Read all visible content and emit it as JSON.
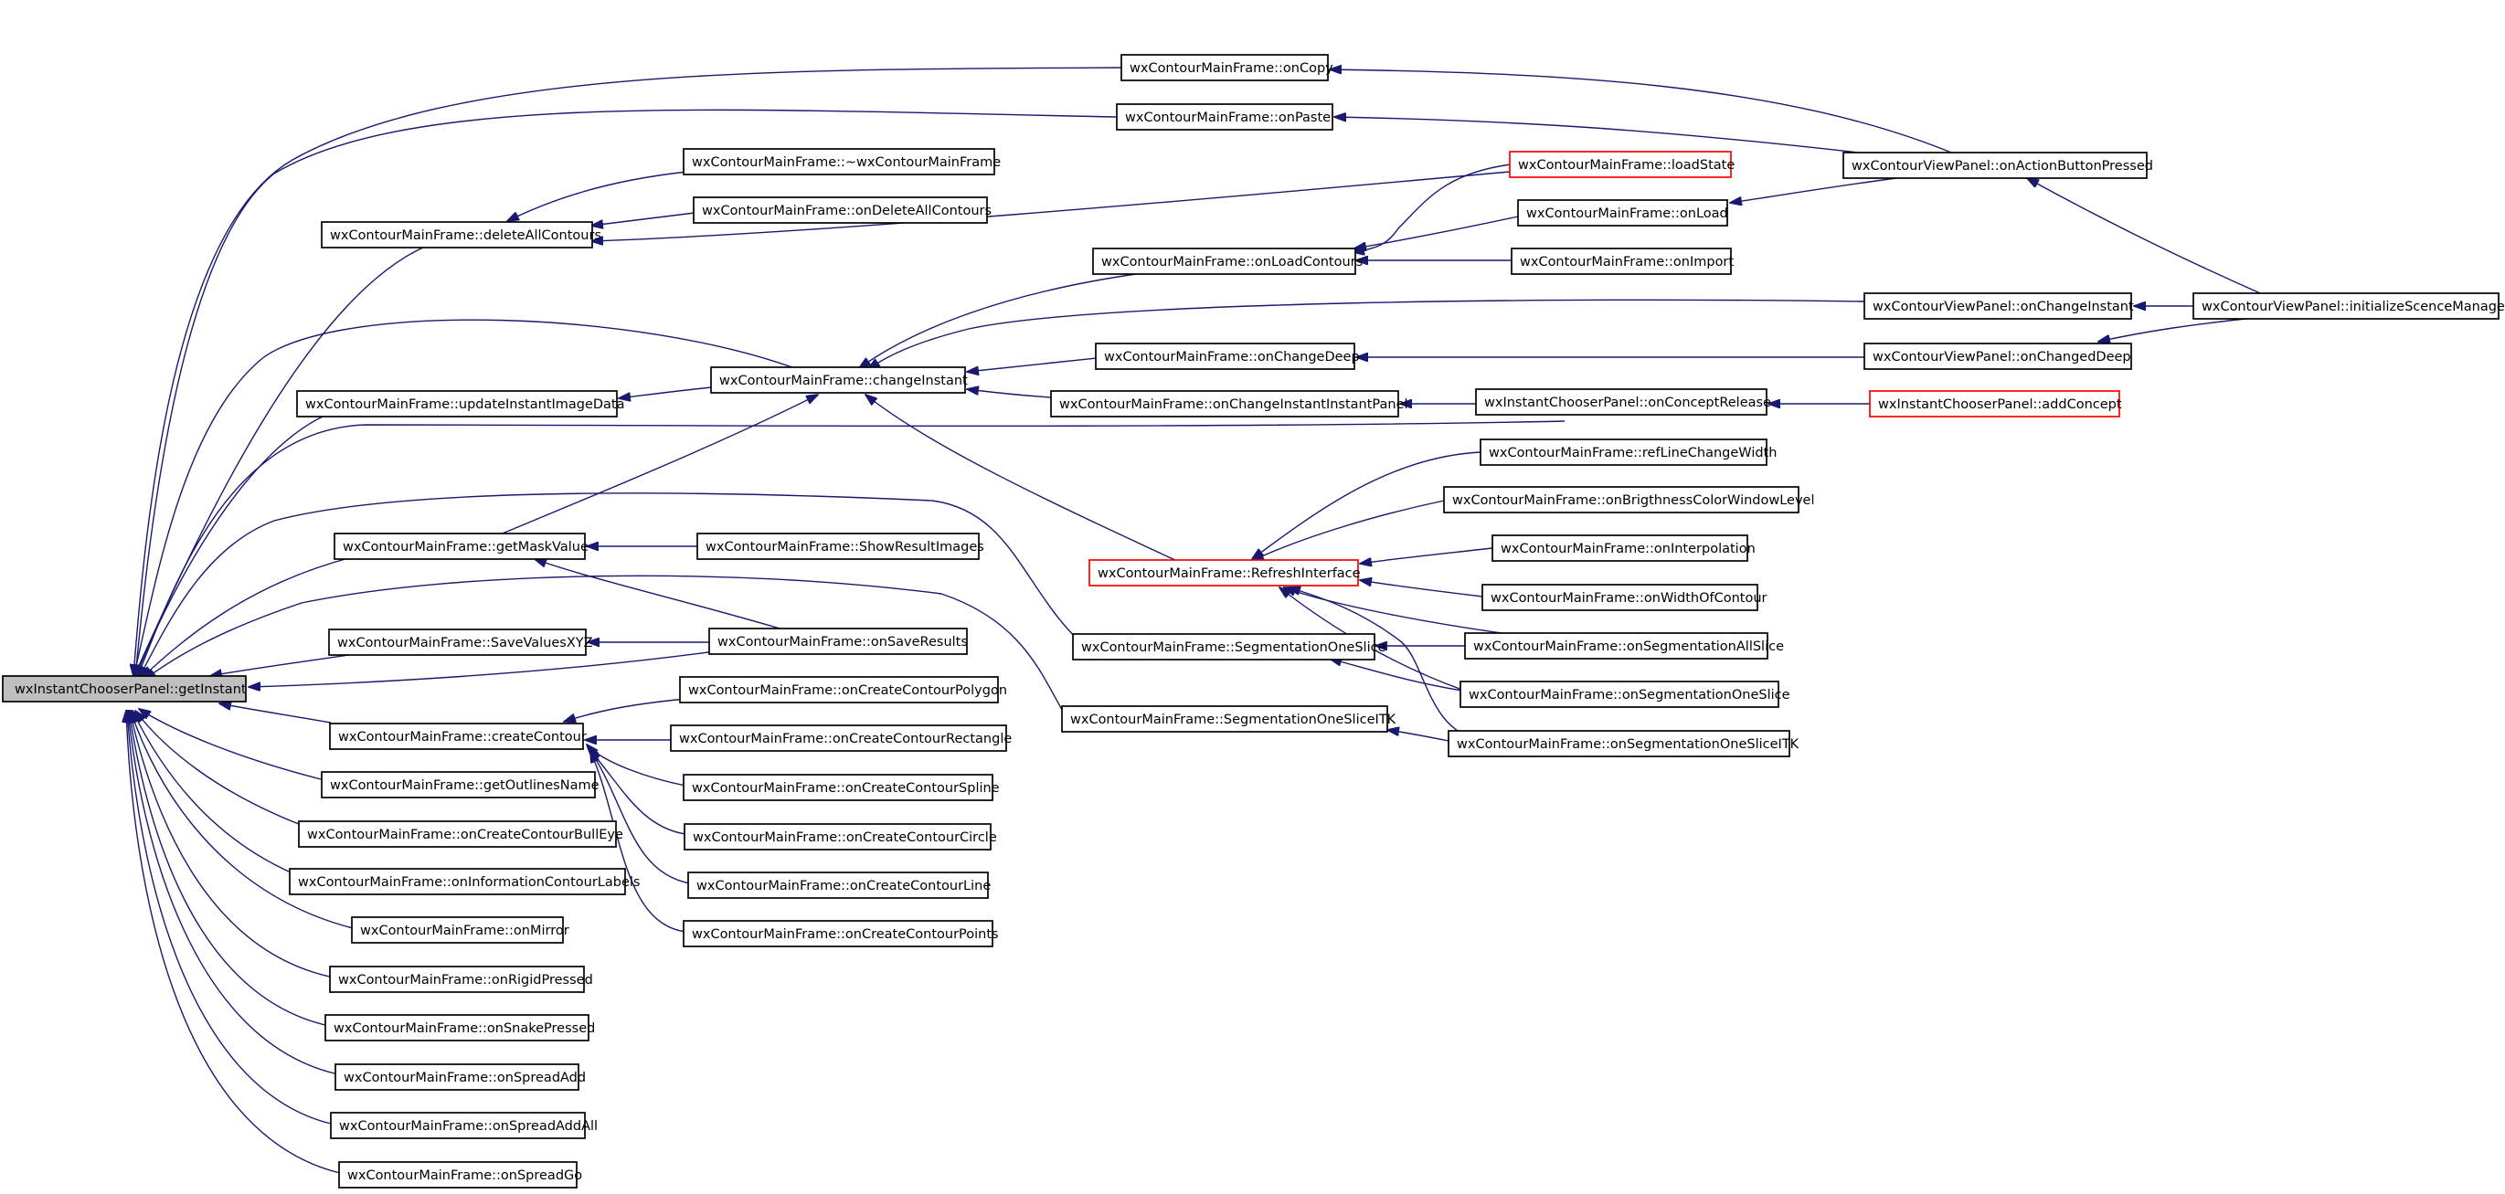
{
  "colors": {
    "edge": "#191970",
    "root_fill": "#bfbfbf",
    "node_border": "#000000",
    "truncated_border": "#ff0000",
    "background": "#ffffff"
  },
  "nodes": {
    "root": "wxInstantChooserPanel::getInstant",
    "onCopy": "wxContourMainFrame::onCopy",
    "onPaste": "wxContourMainFrame::onPaste",
    "onActionButtonPressed": "wxContourViewPanel::onActionButtonPressed",
    "dtor": "wxContourMainFrame::~wxContourMainFrame",
    "loadState": "wxContourMainFrame::loadState",
    "onDeleteAllContours": "wxContourMainFrame::onDeleteAllContours",
    "deleteAllContours": "wxContourMainFrame::deleteAllContours",
    "onLoad": "wxContourMainFrame::onLoad",
    "onLoadContours": "wxContourMainFrame::onLoadContours",
    "onImport": "wxContourMainFrame::onImport",
    "onChangeInstantVP": "wxContourViewPanel::onChangeInstant",
    "initializeScenceManager": "wxContourViewPanel::initializeScenceManager",
    "onChangeDeep": "wxContourMainFrame::onChangeDeep",
    "onChangedDeep": "wxContourViewPanel::onChangedDeep",
    "changeInstant": "wxContourMainFrame::changeInstant",
    "updateInstantImageData": "wxContourMainFrame::updateInstantImageData",
    "onChangeInstantInstantPanel": "wxContourMainFrame::onChangeInstantInstantPanel",
    "onConceptRelease": "wxInstantChooserPanel::onConceptRelease",
    "addConcept": "wxInstantChooserPanel::addConcept",
    "refLineChangeWidth": "wxContourMainFrame::refLineChangeWidth",
    "onBrigthnessColorWindowLevel": "wxContourMainFrame::onBrigthnessColorWindowLevel",
    "getMaskValue": "wxContourMainFrame::getMaskValue",
    "ShowResultImages": "wxContourMainFrame::ShowResultImages",
    "onInterpolation": "wxContourMainFrame::onInterpolation",
    "RefreshInterface": "wxContourMainFrame::RefreshInterface",
    "onWidthOfContour": "wxContourMainFrame::onWidthOfContour",
    "SaveValuesXYZ": "wxContourMainFrame::SaveValuesXYZ",
    "onSaveResults": "wxContourMainFrame::onSaveResults",
    "SegmentationOneSlice": "wxContourMainFrame::SegmentationOneSlice",
    "onSegmentationAllSlice": "wxContourMainFrame::onSegmentationAllSlice",
    "onSegmentationOneSlice": "wxContourMainFrame::onSegmentationOneSlice",
    "onCreateContourPolygon": "wxContourMainFrame::onCreateContourPolygon",
    "createContour": "wxContourMainFrame::createContour",
    "onCreateContourRectangle": "wxContourMainFrame::onCreateContourRectangle",
    "SegmentationOneSliceITK": "wxContourMainFrame::SegmentationOneSliceITK",
    "onSegmentationOneSliceITK": "wxContourMainFrame::onSegmentationOneSliceITK",
    "getOutlinesName": "wxContourMainFrame::getOutlinesName",
    "onCreateContourSpline": "wxContourMainFrame::onCreateContourSpline",
    "onCreateContourBullEye": "wxContourMainFrame::onCreateContourBullEye",
    "onCreateContourCircle": "wxContourMainFrame::onCreateContourCircle",
    "onInformationContourLabels": "wxContourMainFrame::onInformationContourLabels",
    "onCreateContourLine": "wxContourMainFrame::onCreateContourLine",
    "onMirror": "wxContourMainFrame::onMirror",
    "onCreateContourPoints": "wxContourMainFrame::onCreateContourPoints",
    "onRigidPressed": "wxContourMainFrame::onRigidPressed",
    "onSnakePressed": "wxContourMainFrame::onSnakePressed",
    "onSpreadAdd": "wxContourMainFrame::onSpreadAdd",
    "onSpreadAddAll": "wxContourMainFrame::onSpreadAddAll",
    "onSpreadGo": "wxContourMainFrame::onSpreadGo"
  },
  "edges": [
    [
      "onCopy",
      "root"
    ],
    [
      "onPaste",
      "root"
    ],
    [
      "deleteAllContours",
      "root"
    ],
    [
      "changeInstant",
      "root"
    ],
    [
      "updateInstantImageData",
      "root"
    ],
    [
      "onConceptRelease",
      "root"
    ],
    [
      "getMaskValue",
      "root"
    ],
    [
      "SegmentationOneSlice",
      "root"
    ],
    [
      "SaveValuesXYZ",
      "root"
    ],
    [
      "onSaveResults",
      "root"
    ],
    [
      "SegmentationOneSliceITK",
      "root"
    ],
    [
      "createContour",
      "root"
    ],
    [
      "getOutlinesName",
      "root"
    ],
    [
      "onCreateContourBullEye",
      "root"
    ],
    [
      "onInformationContourLabels",
      "root"
    ],
    [
      "onMirror",
      "root"
    ],
    [
      "onRigidPressed",
      "root"
    ],
    [
      "onSnakePressed",
      "root"
    ],
    [
      "onSpreadAdd",
      "root"
    ],
    [
      "onSpreadAddAll",
      "root"
    ],
    [
      "onSpreadGo",
      "root"
    ],
    [
      "onActionButtonPressed",
      "onCopy"
    ],
    [
      "onActionButtonPressed",
      "onPaste"
    ],
    [
      "initializeScenceManager",
      "onActionButtonPressed"
    ],
    [
      "dtor",
      "deleteAllContours"
    ],
    [
      "onDeleteAllContours",
      "deleteAllContours"
    ],
    [
      "loadState",
      "deleteAllContours"
    ],
    [
      "loadState",
      "onLoadContours"
    ],
    [
      "onLoad",
      "onLoadContours"
    ],
    [
      "onImport",
      "onLoadContours"
    ],
    [
      "onActionButtonPressed",
      "onLoad"
    ],
    [
      "onLoadContours",
      "changeInstant"
    ],
    [
      "onChangeInstantVP",
      "changeInstant"
    ],
    [
      "onChangeDeep",
      "changeInstant"
    ],
    [
      "onChangeInstantInstantPanel",
      "changeInstant"
    ],
    [
      "RefreshInterface",
      "changeInstant"
    ],
    [
      "getMaskValue",
      "changeInstant"
    ],
    [
      "changeInstant",
      "updateInstantImageData"
    ],
    [
      "initializeScenceManager",
      "onChangeInstantVP"
    ],
    [
      "onChangedDeep",
      "onChangeDeep"
    ],
    [
      "initializeScenceManager",
      "onChangedDeep"
    ],
    [
      "onConceptRelease",
      "onChangeInstantInstantPanel"
    ],
    [
      "addConcept",
      "onConceptRelease"
    ],
    [
      "ShowResultImages",
      "getMaskValue"
    ],
    [
      "onSaveResults",
      "getMaskValue"
    ],
    [
      "refLineChangeWidth",
      "RefreshInterface"
    ],
    [
      "onBrigthnessColorWindowLevel",
      "RefreshInterface"
    ],
    [
      "onInterpolation",
      "RefreshInterface"
    ],
    [
      "onWidthOfContour",
      "RefreshInterface"
    ],
    [
      "onSegmentationAllSlice",
      "RefreshInterface"
    ],
    [
      "onSegmentationOneSlice",
      "RefreshInterface"
    ],
    [
      "onSegmentationOneSliceITK",
      "RefreshInterface"
    ],
    [
      "onSaveResults",
      "SaveValuesXYZ"
    ],
    [
      "onSegmentationAllSlice",
      "SegmentationOneSlice"
    ],
    [
      "onSegmentationOneSlice",
      "SegmentationOneSlice"
    ],
    [
      "onSegmentationOneSliceITK",
      "SegmentationOneSliceITK"
    ],
    [
      "onCreateContourPolygon",
      "createContour"
    ],
    [
      "onCreateContourRectangle",
      "createContour"
    ],
    [
      "onCreateContourSpline",
      "createContour"
    ],
    [
      "onCreateContourCircle",
      "createContour"
    ],
    [
      "onCreateContourLine",
      "createContour"
    ],
    [
      "onCreateContourPoints",
      "createContour"
    ]
  ]
}
